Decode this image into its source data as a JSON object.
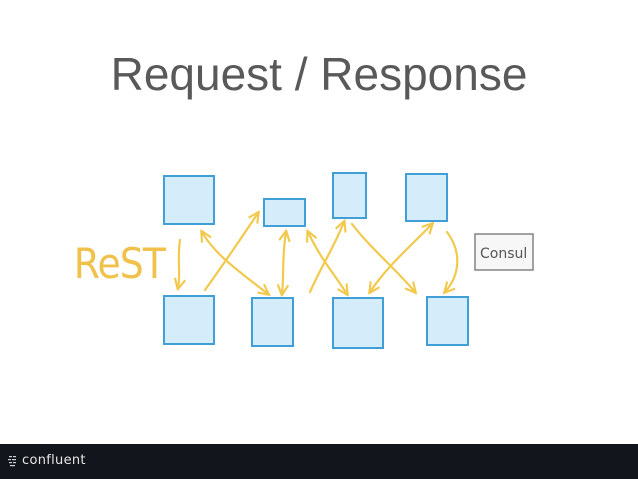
{
  "slide": {
    "title": "Request / Response"
  },
  "diagram": {
    "rest_label": "ReST",
    "consul_label": "Consul",
    "colors": {
      "box_fill": "#d5ecfa",
      "box_stroke": "#3f9fd6",
      "arrow": "#f2c94c",
      "rest_text": "#f0c24b",
      "consul_stroke": "#8a8a8a"
    }
  },
  "footer": {
    "logo_text": "confluent",
    "logo_icon": "confluent-logo-icon",
    "background": "#13151c"
  }
}
